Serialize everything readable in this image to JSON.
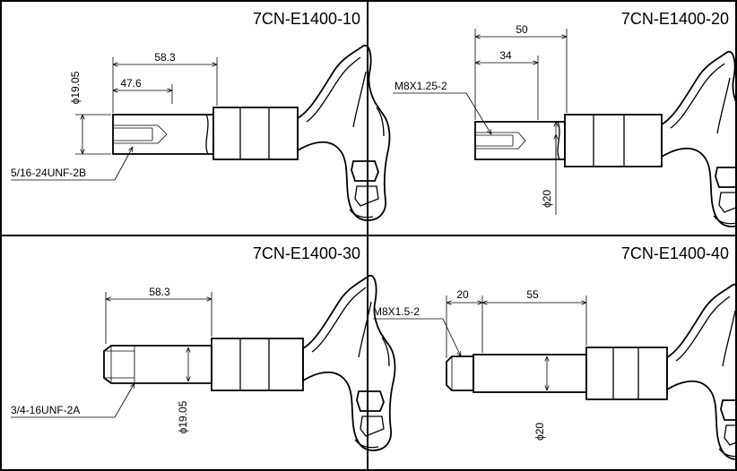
{
  "panels": [
    {
      "part_number": "7CN-E1400-10",
      "dimensions": [
        "58.3",
        "47.6"
      ],
      "diameter": "ϕ19.05",
      "thread_callout": "5/16-24UNF-2B"
    },
    {
      "part_number": "7CN-E1400-20",
      "dimensions": [
        "50",
        "34"
      ],
      "diameter": "ϕ20",
      "thread_callout": "M8X1.25-2"
    },
    {
      "part_number": "7CN-E1400-30",
      "dimensions": [
        "58.3"
      ],
      "diameter": "ϕ19.05",
      "thread_callout": "3/4-16UNF-2A"
    },
    {
      "part_number": "7CN-E1400-40",
      "dimensions": [
        "20",
        "55"
      ],
      "diameter": "ϕ20",
      "thread_callout": "M8X1.5-2"
    }
  ]
}
